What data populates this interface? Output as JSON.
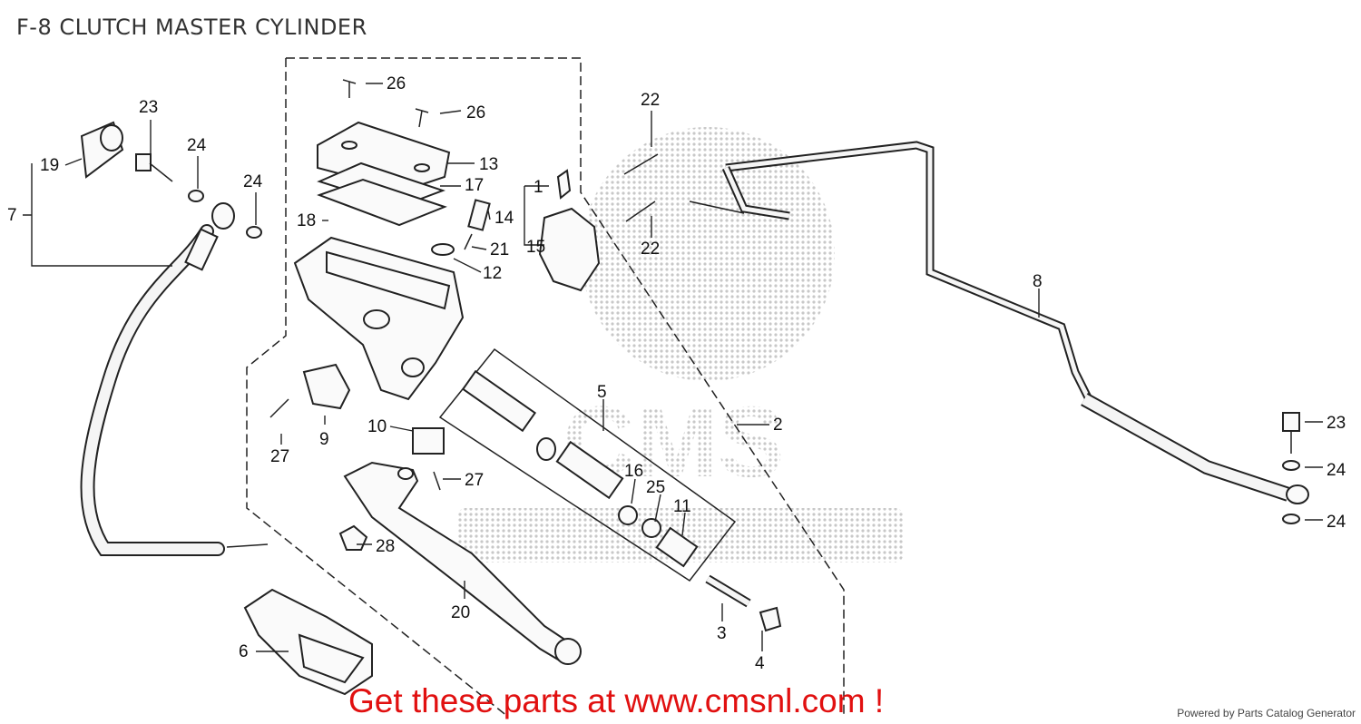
{
  "diagram": {
    "title": "F-8 CLUTCH MASTER CYLINDER",
    "callouts": [
      {
        "id": "c26a",
        "label": "26"
      },
      {
        "id": "c26b",
        "label": "26"
      },
      {
        "id": "c13",
        "label": "13"
      },
      {
        "id": "c17",
        "label": "17"
      },
      {
        "id": "c18",
        "label": "18"
      },
      {
        "id": "c14",
        "label": "14"
      },
      {
        "id": "c21",
        "label": "21"
      },
      {
        "id": "c12",
        "label": "12"
      },
      {
        "id": "c1",
        "label": "1"
      },
      {
        "id": "c15",
        "label": "15"
      },
      {
        "id": "c22a",
        "label": "22"
      },
      {
        "id": "c22b",
        "label": "22"
      },
      {
        "id": "c23a",
        "label": "23"
      },
      {
        "id": "c24a",
        "label": "24"
      },
      {
        "id": "c24b",
        "label": "24"
      },
      {
        "id": "c19",
        "label": "19"
      },
      {
        "id": "c7",
        "label": "7"
      },
      {
        "id": "c8",
        "label": "8"
      },
      {
        "id": "c5",
        "label": "5"
      },
      {
        "id": "c2",
        "label": "2"
      },
      {
        "id": "c10",
        "label": "10"
      },
      {
        "id": "c9",
        "label": "9"
      },
      {
        "id": "c27a",
        "label": "27"
      },
      {
        "id": "c27b",
        "label": "27"
      },
      {
        "id": "c16",
        "label": "16"
      },
      {
        "id": "c25",
        "label": "25"
      },
      {
        "id": "c11",
        "label": "11"
      },
      {
        "id": "c28",
        "label": "28"
      },
      {
        "id": "c20",
        "label": "20"
      },
      {
        "id": "c3",
        "label": "3"
      },
      {
        "id": "c4",
        "label": "4"
      },
      {
        "id": "c6",
        "label": "6"
      },
      {
        "id": "c23b",
        "label": "23"
      },
      {
        "id": "c24c",
        "label": "24"
      },
      {
        "id": "c24d",
        "label": "24"
      }
    ],
    "watermark": "CMS",
    "promo_text": "Get these parts at www.cmsnl.com !",
    "credit_text": "Powered by Parts Catalog Generator"
  },
  "colors": {
    "promo": "#e11010",
    "line": "#222222",
    "watermark": "#c8c8c8"
  }
}
